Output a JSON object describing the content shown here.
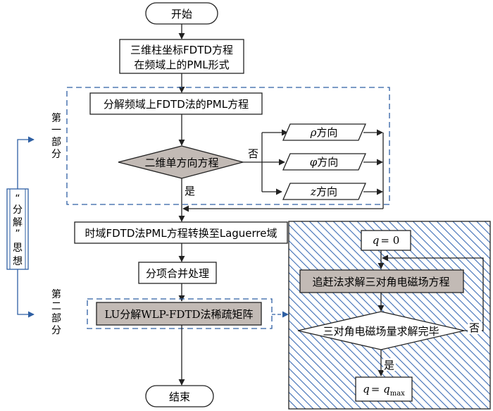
{
  "nodes": {
    "start": "开始",
    "cyl_fdtd_line1": "三维柱坐标FDTD方程",
    "cyl_fdtd_line2": "在频域上的PML形式",
    "decompose_pml": "分解频域上FDTD法的PML方程",
    "two_dim_decision": "二维单方向方程",
    "no_label": "否",
    "yes_label": "是",
    "rho_dir_sym": "ρ",
    "rho_dir_text": "方向",
    "phi_dir_sym": "φ",
    "phi_dir_text": "方向",
    "z_dir_sym": "z",
    "z_dir_text": "方向",
    "laguerre_convert": "时域FDTD法PML方程转换至Laguerre域",
    "merge_terms": "分项合并处理",
    "lu_decompose": "LU分解WLP-FDTD法稀疏矩阵",
    "end": "结束"
  },
  "side": {
    "part1": [
      "第",
      "一",
      "部",
      "分"
    ],
    "part2": [
      "第",
      "二",
      "部",
      "分"
    ],
    "idea": [
      "“",
      "分",
      "解",
      "”",
      "思",
      "想"
    ]
  },
  "detail": {
    "q_init_sym": "q",
    "q_init_val": "= 0",
    "chase_method": "追赶法求解三对角电磁场方程",
    "solved_decision": "三对角电磁场量求解完毕",
    "no_label": "否",
    "yes_label": "是",
    "q_max_sym": "q",
    "q_max_eq": "= q",
    "q_max_sub": "max"
  },
  "colors": {
    "accent_blue": "#2e5fa3",
    "gray_fill": "#c2bab5",
    "hatch_blue": "#3d6db5"
  }
}
